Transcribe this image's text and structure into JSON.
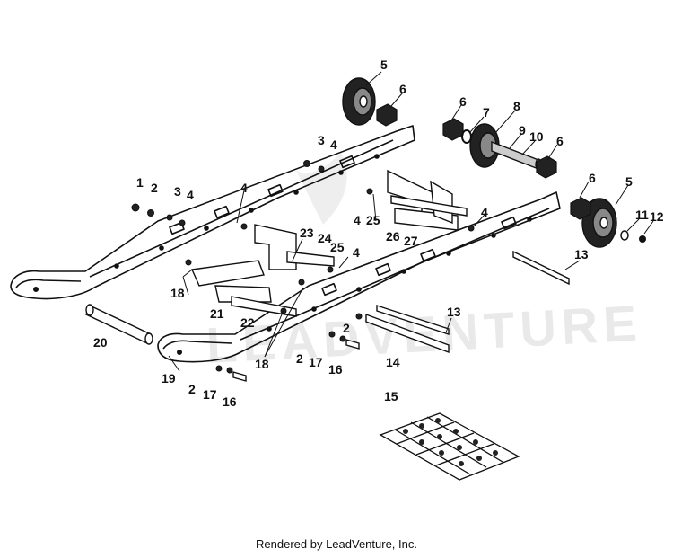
{
  "footer": {
    "text": "Rendered by LeadVenture, Inc."
  },
  "callouts": [
    "1",
    "2",
    "3",
    "4",
    "5",
    "6",
    "7",
    "8",
    "9",
    "10",
    "11",
    "12",
    "13",
    "14",
    "15",
    "16",
    "17",
    "18",
    "19",
    "20",
    "21",
    "22",
    "23",
    "24",
    "25",
    "26",
    "27"
  ],
  "colors": {
    "ink": "#111111",
    "watermark": "#e9e9e9"
  }
}
